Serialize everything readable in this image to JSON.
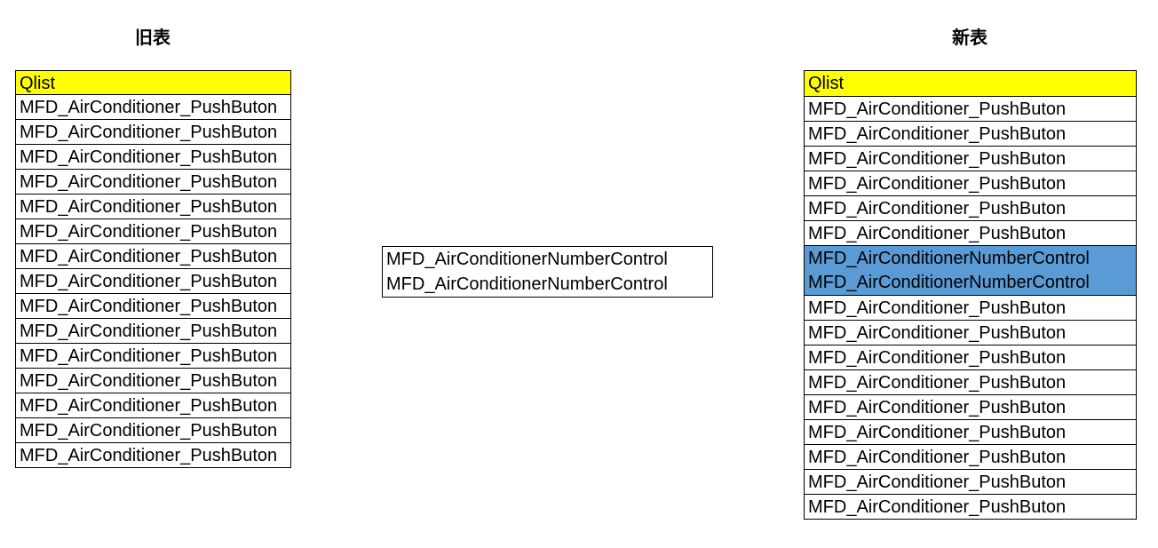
{
  "titles": {
    "old": "旧表",
    "new": "新表"
  },
  "old_table": {
    "header": "Qlist",
    "rows": [
      "MFD_AirConditioner_PushButon",
      "MFD_AirConditioner_PushButon",
      "MFD_AirConditioner_PushButon",
      "MFD_AirConditioner_PushButon",
      "MFD_AirConditioner_PushButon",
      "MFD_AirConditioner_PushButon",
      "MFD_AirConditioner_PushButon",
      "MFD_AirConditioner_PushButon",
      "MFD_AirConditioner_PushButon",
      "MFD_AirConditioner_PushButon",
      "MFD_AirConditioner_PushButon",
      "MFD_AirConditioner_PushButon",
      "MFD_AirConditioner_PushButon",
      "MFD_AirConditioner_PushButon",
      "MFD_AirConditioner_PushButon"
    ]
  },
  "middle_table": {
    "rows": [
      "MFD_AirConditionerNumberControl",
      "MFD_AirConditionerNumberControl"
    ]
  },
  "new_table": {
    "header": "Qlist",
    "highlight_color": "#5b9bd5",
    "header_color": "#ffff00",
    "rows": [
      {
        "text": "MFD_AirConditioner_PushButon",
        "highlighted": false
      },
      {
        "text": "MFD_AirConditioner_PushButon",
        "highlighted": false
      },
      {
        "text": "MFD_AirConditioner_PushButon",
        "highlighted": false
      },
      {
        "text": "MFD_AirConditioner_PushButon",
        "highlighted": false
      },
      {
        "text": "MFD_AirConditioner_PushButon",
        "highlighted": false
      },
      {
        "text": "MFD_AirConditioner_PushButon",
        "highlighted": false
      },
      {
        "text": "MFD_AirConditionerNumberControl",
        "highlighted": true
      },
      {
        "text": "MFD_AirConditionerNumberControl",
        "highlighted": true
      },
      {
        "text": "MFD_AirConditioner_PushButon",
        "highlighted": false
      },
      {
        "text": "MFD_AirConditioner_PushButon",
        "highlighted": false
      },
      {
        "text": "MFD_AirConditioner_PushButon",
        "highlighted": false
      },
      {
        "text": "MFD_AirConditioner_PushButon",
        "highlighted": false
      },
      {
        "text": "MFD_AirConditioner_PushButon",
        "highlighted": false
      },
      {
        "text": "MFD_AirConditioner_PushButon",
        "highlighted": false
      },
      {
        "text": "MFD_AirConditioner_PushButon",
        "highlighted": false
      },
      {
        "text": "MFD_AirConditioner_PushButon",
        "highlighted": false
      },
      {
        "text": "MFD_AirConditioner_PushButon",
        "highlighted": false
      }
    ]
  }
}
